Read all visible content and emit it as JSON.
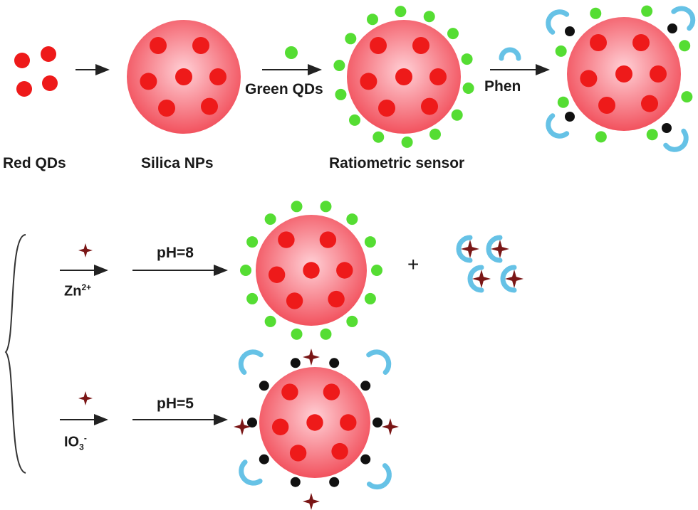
{
  "colors": {
    "silica": "#f2525e",
    "silica_light": "#ffd0d6",
    "red_qd": "#ee1a1a",
    "green_qd": "#55dd33",
    "phen": "#66c2e6",
    "black_dot": "#111111",
    "star": "#7a1616",
    "arrow": "#222222"
  },
  "icons": [
    "red-qd-dot",
    "green-qd-dot",
    "phen-ligand-arc",
    "analyte-star",
    "bracket"
  ],
  "labels": {
    "red_qds": "Red QDs",
    "silica_nps": "Silica NPs",
    "green_qds": "Green QDs",
    "ratiometric_sensor": "Ratiometric sensor",
    "phen": "Phen",
    "zn_base": "Zn",
    "zn_sup": "2+",
    "ph8": "pH=8",
    "plus": "+",
    "io_base": "IO",
    "io_sub": "3",
    "io_sup": "-",
    "ph5": "pH=5"
  }
}
